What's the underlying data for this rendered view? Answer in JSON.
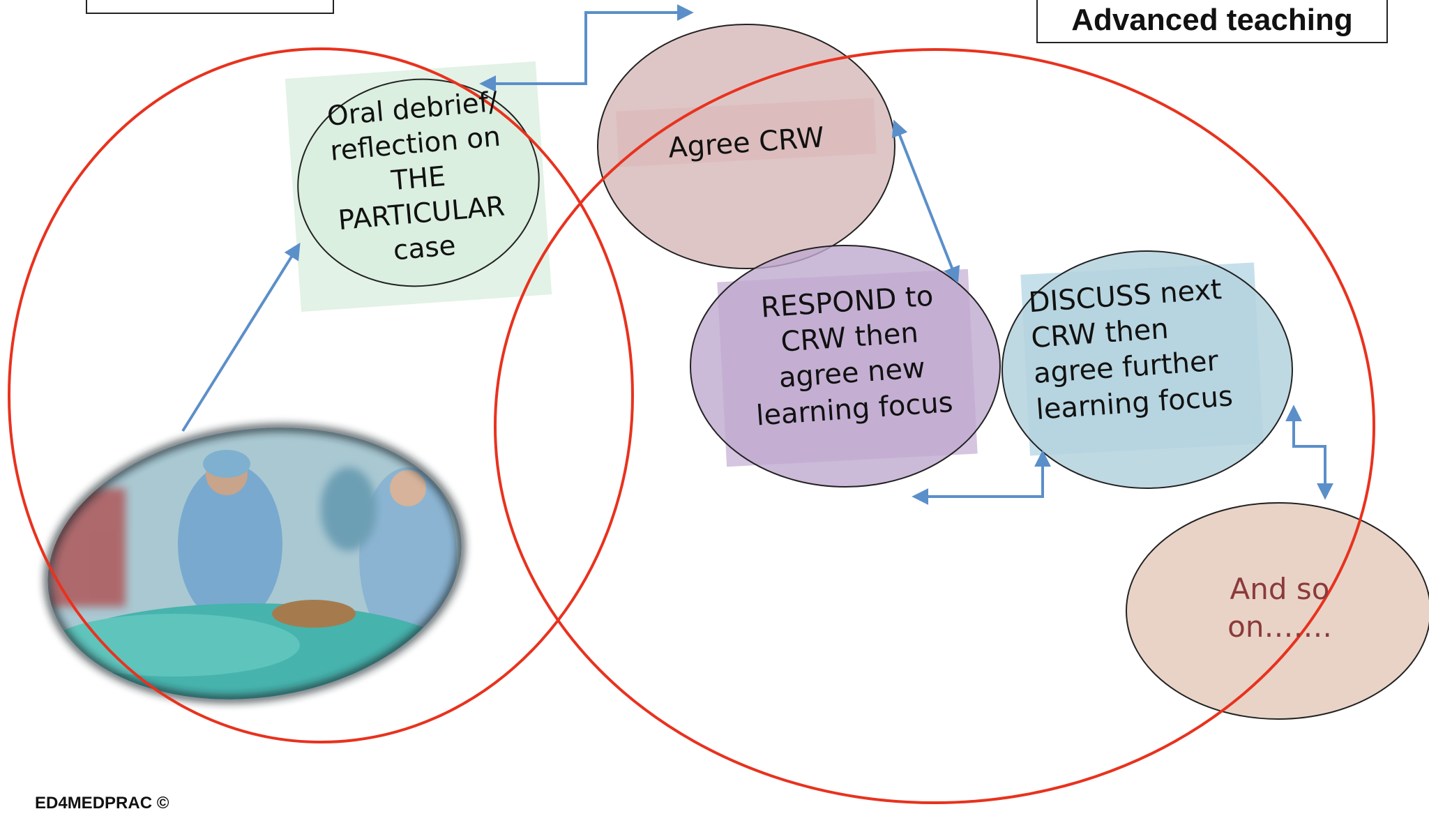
{
  "title": "Advanced teaching",
  "empty_box_text": "",
  "nodes": {
    "debrief": "Oral debrief/\nreflection on\nTHE\nPARTICULAR\ncase",
    "agree": "Agree CRW",
    "respond": "RESPOND to\nCRW then\nagree new\nlearning focus",
    "discuss": "DISCUSS next\nCRW then\nagree further\nlearning focus",
    "and_so_on": "And so\non……."
  },
  "photo": {
    "description_icon": "surgical-team-photo"
  },
  "footer": "ED4MEDPRAC ©",
  "colors": {
    "big_circle": "#e8321e",
    "arrow": "#5b8fc9",
    "agree_fill": "#d9b8b8",
    "respond_fill": "#c2aed0",
    "discuss_fill": "#b8d4e0",
    "debrief_fill": "#d8eedd",
    "and_so_on_fill": "#e8cfc1",
    "and_so_on_text": "#8b3a3a"
  }
}
